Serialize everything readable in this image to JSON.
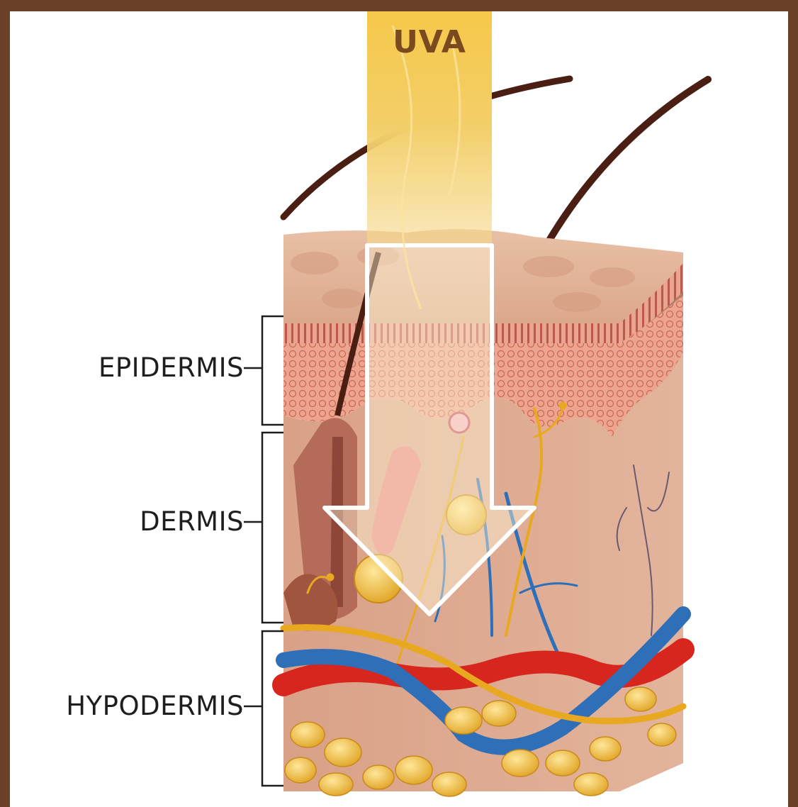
{
  "diagram": {
    "ray_label": "UVA",
    "layers": [
      {
        "id": "epidermis",
        "label": "EPIDERMIS"
      },
      {
        "id": "dermis",
        "label": "DERMIS"
      },
      {
        "id": "hypodermis",
        "label": "HYPODERMIS"
      }
    ]
  },
  "colors": {
    "frame": "#6b3f28",
    "skin_surface": "#e2b49a",
    "epidermis": "#e8a58c",
    "dermis": "#d9a489",
    "fat": "#f0c040",
    "artery": "#d7261e",
    "vein": "#2e6fb8",
    "nerve": "#e8a820",
    "uva_ray": "#f4c542",
    "hair": "#4a1e12"
  }
}
